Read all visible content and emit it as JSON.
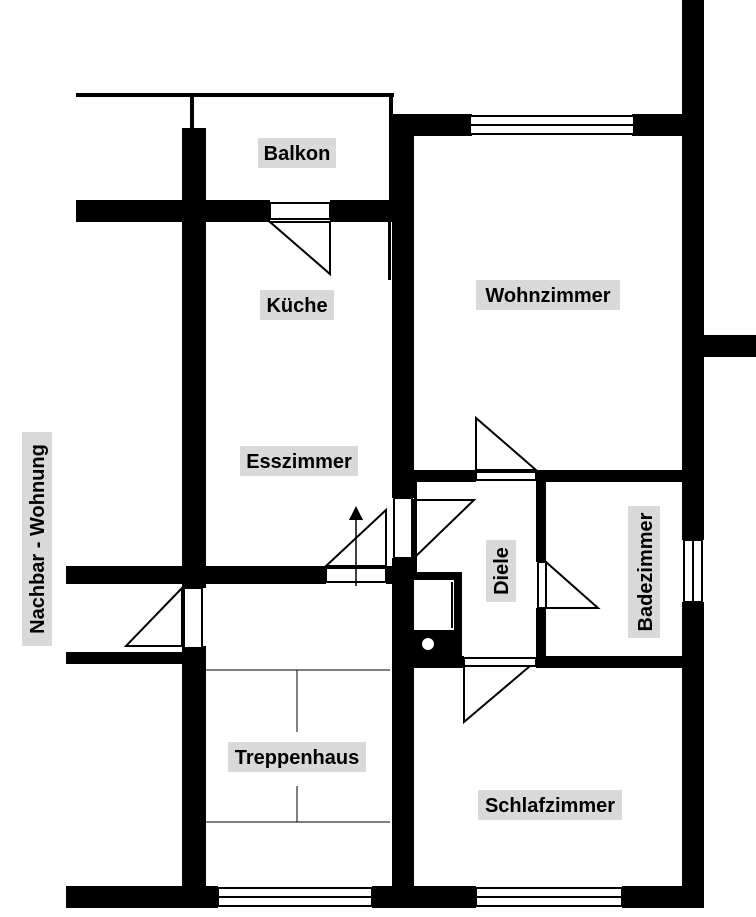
{
  "colors": {
    "wall": "#000000",
    "background": "#ffffff",
    "label_background": "#d9d9d9",
    "window_fill": "#ffffff"
  },
  "rooms": {
    "balkon": "Balkon",
    "kueche": "Küche",
    "wohnzimmer": "Wohnzimmer",
    "esszimmer": "Esszimmer",
    "diele": "Diele",
    "badezimmer": "Badezimmer",
    "treppenhaus": "Treppenhaus",
    "schlafzimmer": "Schlafzimmer",
    "nachbar_wohnung": "Nachbar - Wohnung"
  }
}
